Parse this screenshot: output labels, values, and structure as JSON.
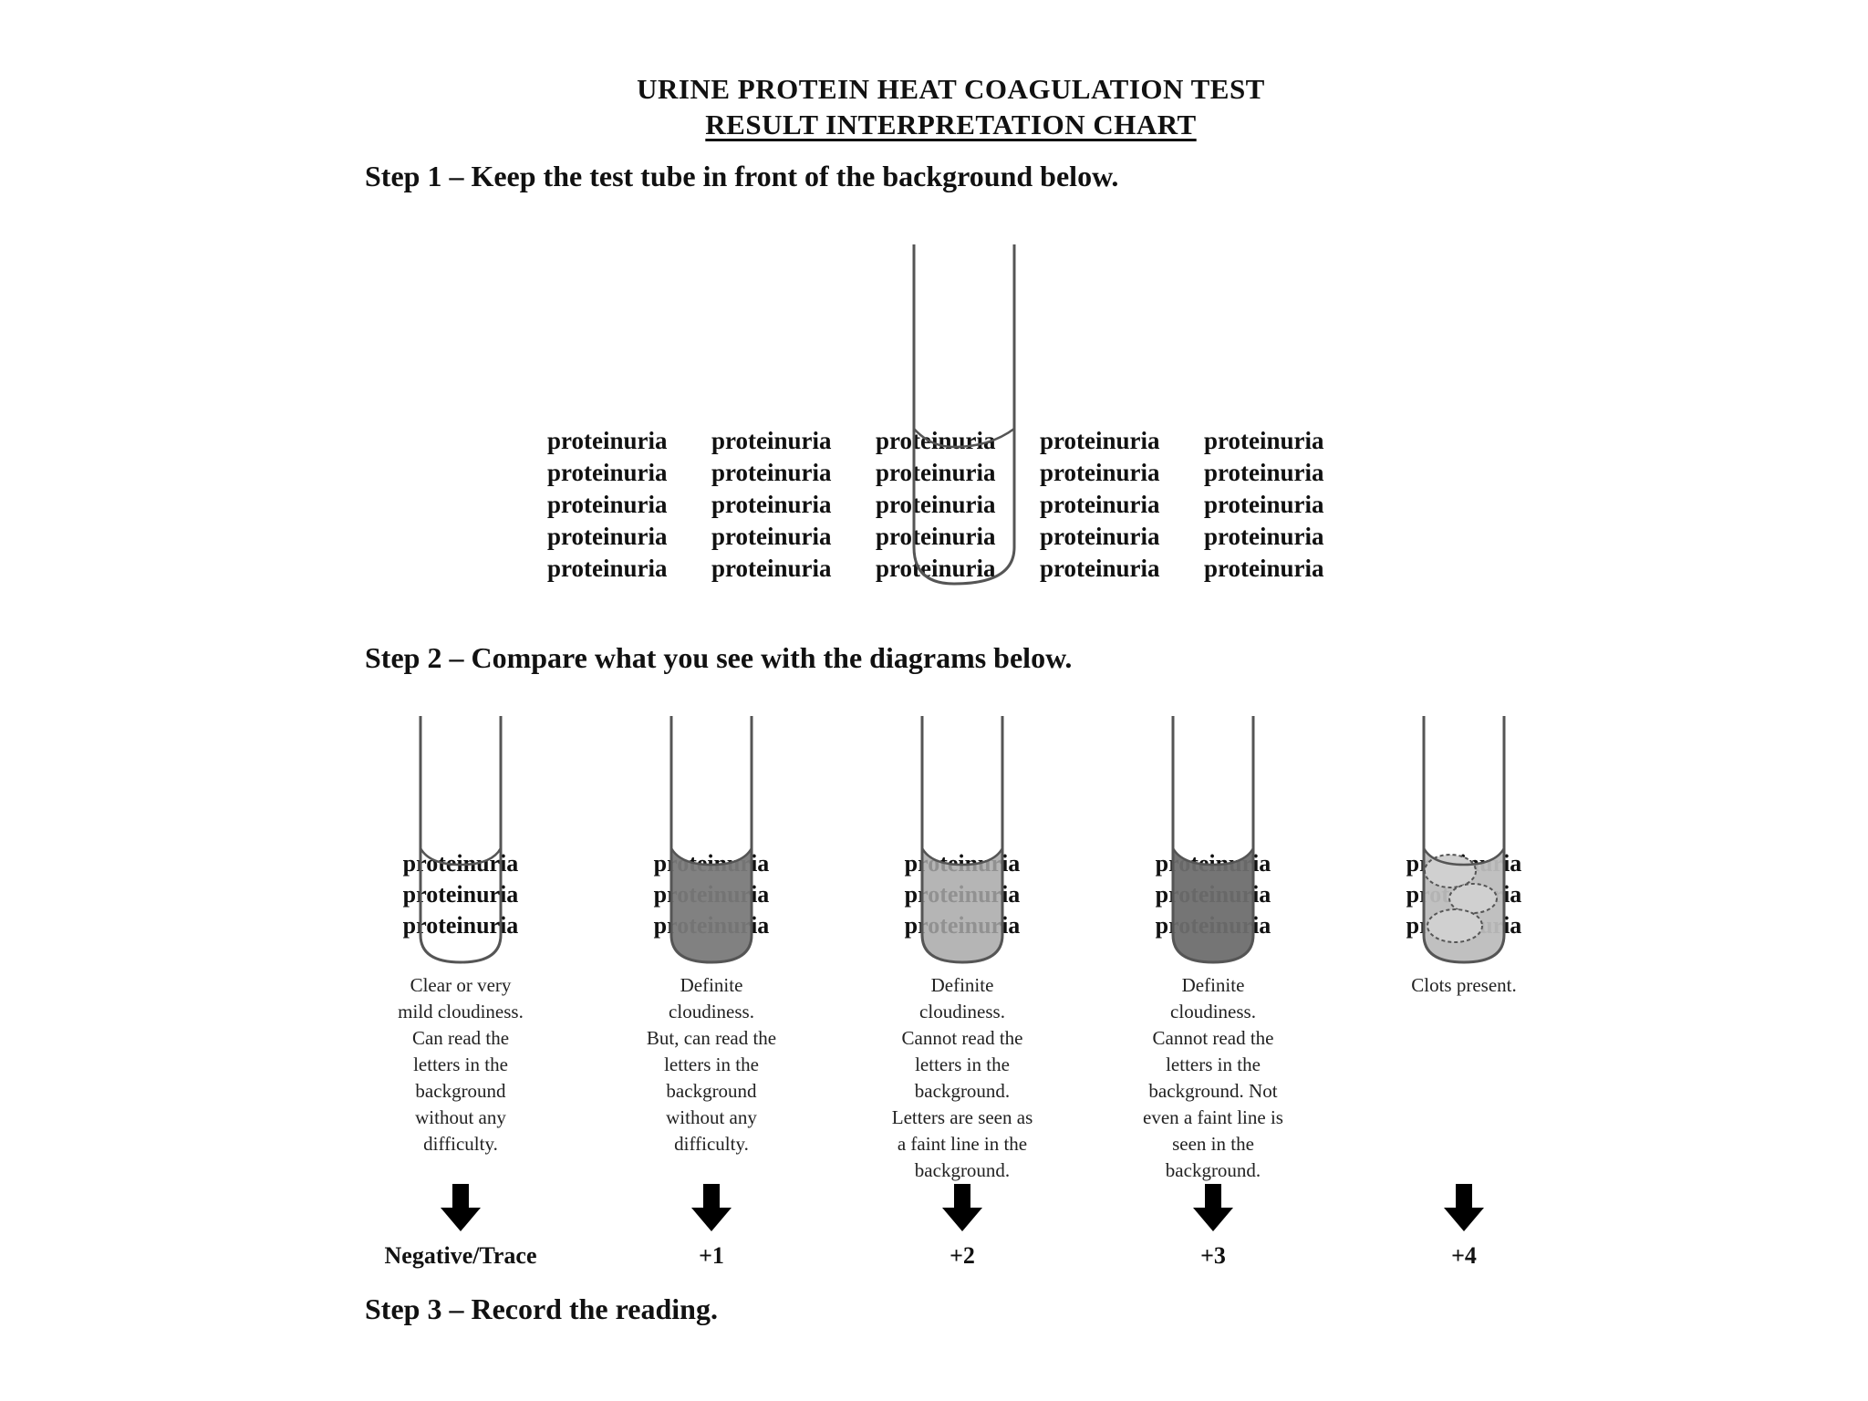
{
  "title": {
    "line1": "URINE PROTEIN HEAT COAGULATION TEST",
    "line2": "RESULT INTERPRETATION CHART"
  },
  "steps": {
    "step1": "Step 1 – Keep the test tube in front of the background below.",
    "step2": "Step 2 – Compare what you see with the diagrams below.",
    "step3": "Step 3 – Record the reading."
  },
  "background_word": "proteinuria",
  "diagrams": [
    {
      "tube_words": [
        "proteinuria",
        "proteinuria",
        "proteinuria"
      ],
      "fill": "none",
      "description": [
        "Clear or very",
        "mild cloudiness.",
        "Can read the",
        "letters in the",
        "background",
        "without any",
        "difficulty."
      ],
      "result": "Negative/Trace"
    },
    {
      "tube_words": [
        "proteinuria",
        "proteinuria",
        "proteinuria"
      ],
      "fill": "#7a7a7a",
      "description": [
        "Definite",
        "cloudiness.",
        "But, can read the",
        "letters in the",
        "background",
        "without any",
        "difficulty."
      ],
      "result": "+1"
    },
    {
      "tube_words": [
        "proteinuria",
        "proteinuria",
        "proteinuria"
      ],
      "fill": "#a8a8a8",
      "description": [
        "Definite",
        "cloudiness.",
        "Cannot read the",
        "letters in the",
        "background.",
        "Letters are seen as",
        "a faint line in the",
        "background."
      ],
      "result": "+2"
    },
    {
      "tube_words": [
        "proteinuria",
        "proteinuria",
        "proteinuria"
      ],
      "fill": "#6e6e6e",
      "description": [
        "Definite",
        "cloudiness.",
        "Cannot read the",
        "letters in the",
        "background.  Not",
        "even a faint line is",
        "seen in the",
        "background."
      ],
      "result": "+3"
    },
    {
      "tube_words": [
        "proteinuria",
        "proteinuria",
        "proteinuria"
      ],
      "fill": "#bdbdbd",
      "description": [
        "Clots present."
      ],
      "result": "+4"
    }
  ]
}
